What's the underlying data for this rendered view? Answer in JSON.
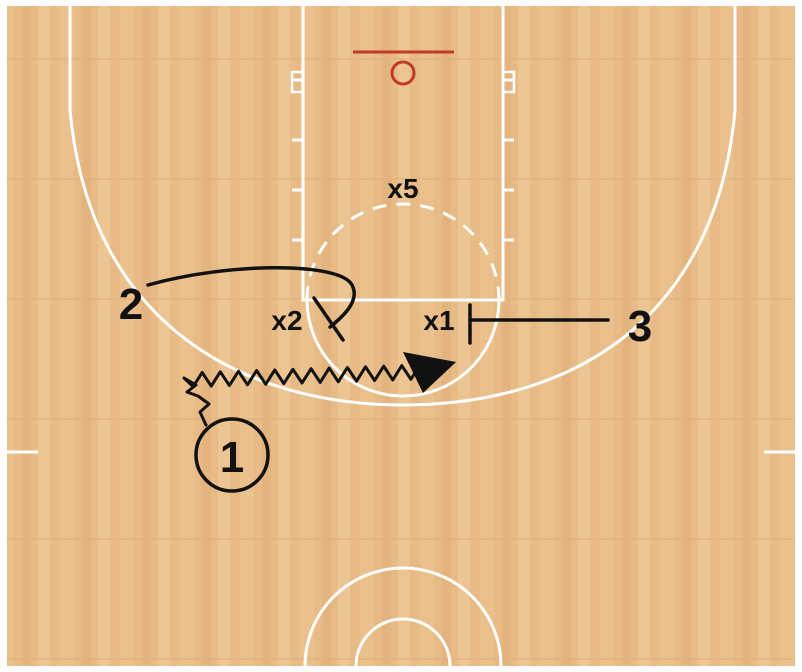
{
  "diagram": {
    "colors": {
      "court_wood": "#e8bb86",
      "court_wood_dark": "#dcab73",
      "court_wood_light": "#f0c896",
      "court_lines": "#ffffff",
      "rim": "#c0392b",
      "ink": "#111111",
      "frame": "#ffffff"
    },
    "offense": {
      "p1": "1",
      "p2": "2",
      "p3": "3"
    },
    "defense": {
      "x1": "x1",
      "x2": "x2",
      "x5": "x5"
    }
  }
}
